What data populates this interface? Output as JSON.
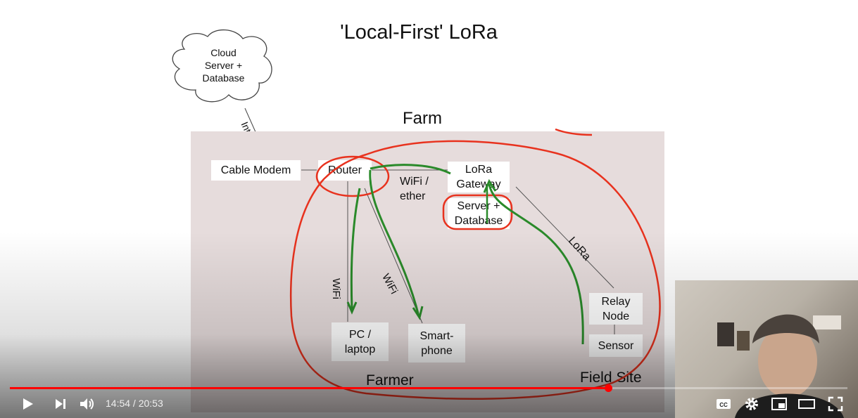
{
  "slide": {
    "title": "'Local-First' LoRa",
    "cloud": "Cloud\nServer +\nDatabase",
    "internet_label": "Internet",
    "farm_label": "Farm",
    "cable_modem": "Cable Modem",
    "router": "Router",
    "wifi_ether": "WiFi /\nether",
    "lora_gateway": "LoRa\nGateway",
    "server_database": "Server +\nDatabase",
    "lora_label": "LoRa",
    "wifi_label_1": "WiFi",
    "wifi_label_2": "WiFi",
    "pc_laptop": "PC /\nlaptop",
    "smartphone": "Smart-\nphone",
    "relay_node": "Relay\nNode",
    "sensor": "Sensor",
    "farmer": "Farmer",
    "field_site": "Field Site",
    "annotation_colors": {
      "red": "#e8321e",
      "green": "#2a8a2a"
    }
  },
  "player": {
    "current_time": "14:54",
    "duration": "20:53",
    "time_display": "14:54 / 20:53",
    "progress_fraction": 0.714,
    "accent_color": "#ff0000",
    "controls": {
      "play": "play-icon",
      "next": "next-icon",
      "volume": "volume-icon",
      "captions": "captions-icon",
      "settings": "gear-icon",
      "miniplayer": "miniplayer-icon",
      "theater": "theater-icon",
      "fullscreen": "fullscreen-icon"
    }
  }
}
